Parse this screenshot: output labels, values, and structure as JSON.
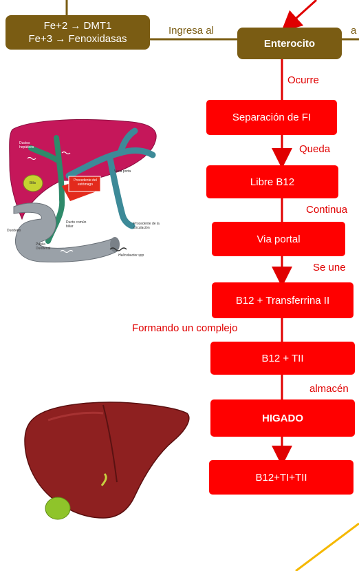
{
  "top_box": {
    "line1": "Fe+2 → DMT1",
    "line2": "Fe+3  → Fenoxidasas"
  },
  "connector_labels": {
    "ingresa": "Ingresa al",
    "cut_right": "a"
  },
  "enterocito": "Enterocito",
  "flow": {
    "step1_label": "Ocurre",
    "step1_box": "Separación de  FI",
    "step2_label": "Queda",
    "step2_box": "Libre B12",
    "step3_label": "Continua",
    "step3_box": "Via portal",
    "step4_label": "Se une",
    "step4_box": "B12 + Transferrina II",
    "step5_label": "Formando un complejo",
    "step5_box": "B12 + TII",
    "step6_label": "almacén",
    "step6_box": "HIGADO",
    "step7_box": "B12+TI+TII"
  },
  "anatomy_labels": {
    "ductos": "Ductos hepáticos",
    "procedente_estomago": "Procedente del estómago",
    "vena_porta": "Vena porta",
    "bilis": "Bilis",
    "duodeno": "Duodeno",
    "papila": "Papila Duodenal",
    "ducto_comun": "Ducto común biliar",
    "procedente_circulacion": "Procedente de la circulación",
    "helicobacter": "Helicobacter spp"
  },
  "colors": {
    "olive": "#7a5c13",
    "red": "#ff0000",
    "yellow": "#f5b800"
  }
}
